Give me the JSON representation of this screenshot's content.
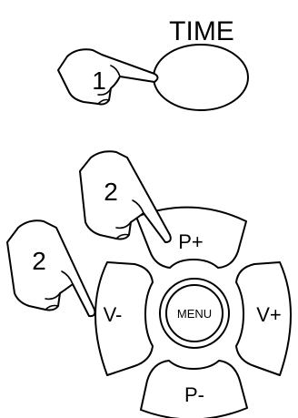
{
  "time_button": {
    "label": "TIME"
  },
  "steps": [
    {
      "number": "1"
    },
    {
      "number": "2"
    },
    {
      "number": "2"
    }
  ],
  "dpad": {
    "up_label": "P+",
    "down_label": "P-",
    "left_label": "V-",
    "right_label": "V+",
    "center_label": "MENU"
  }
}
